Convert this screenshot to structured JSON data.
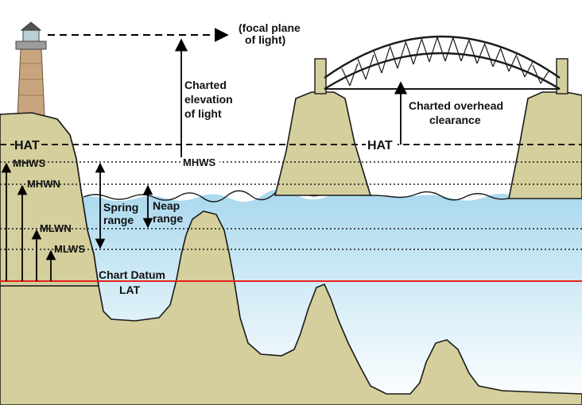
{
  "colors": {
    "water_top": "#a9d8ee",
    "water_bottom": "#ffffff",
    "land": "#d4cf9c",
    "chart_datum_line": "#e8231b",
    "lighthouse": "#c8a57e"
  },
  "labels": {
    "focal_plane": "(focal plane",
    "focal_plane_2": "of light)",
    "charted_elevation_1": "Charted",
    "charted_elevation_2": "elevation",
    "charted_elevation_3": "of light",
    "mhws_center": "MHWS",
    "hat_left": "HAT",
    "hat_bridge": "HAT",
    "mhws_left": "MHWS",
    "mhwn_left": "MHWN",
    "mlwn_left": "MLWN",
    "mlws_left": "MLWS",
    "spring_range_1": "Spring",
    "spring_range_2": "range",
    "neap_range_1": "Neap",
    "neap_range_2": "range",
    "chart_datum": "Chart Datum",
    "lat": "LAT",
    "overhead_1": "Charted overhead",
    "overhead_2": "clearance"
  }
}
